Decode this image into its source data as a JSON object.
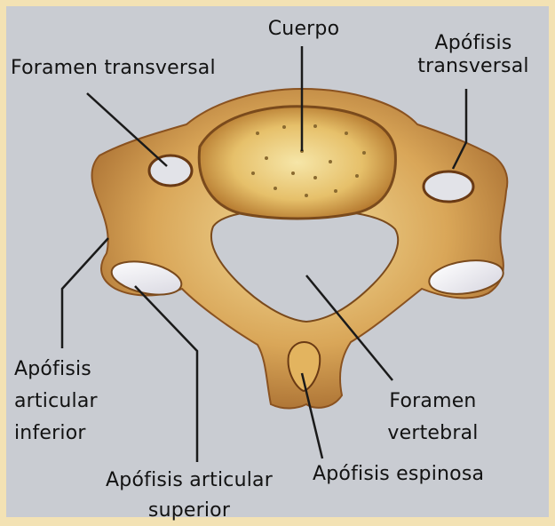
{
  "labels": {
    "cuerpo": "Cuerpo",
    "foramen_transversal": "Foramen transversal",
    "apofisis_transversal_1": "Apófisis",
    "apofisis_transversal_2": "transversal",
    "apofisis_articular_inferior_1": "Apófisis",
    "apofisis_articular_inferior_2": "articular",
    "apofisis_articular_inferior_3": "inferior",
    "foramen_vertebral_1": "Foramen",
    "foramen_vertebral_2": "vertebral",
    "apofisis_articular_superior_1": "Apófisis articular",
    "apofisis_articular_superior_2": "superior",
    "apofisis_espinosa": "Apófisis espinosa"
  },
  "colors": {
    "frame": "#f3e2b4",
    "background": "#c9ccd2",
    "bone_light": "#ecd28a",
    "bone_dark": "#b0702e",
    "cartilage": "#f2f2f7",
    "text": "#121212"
  }
}
